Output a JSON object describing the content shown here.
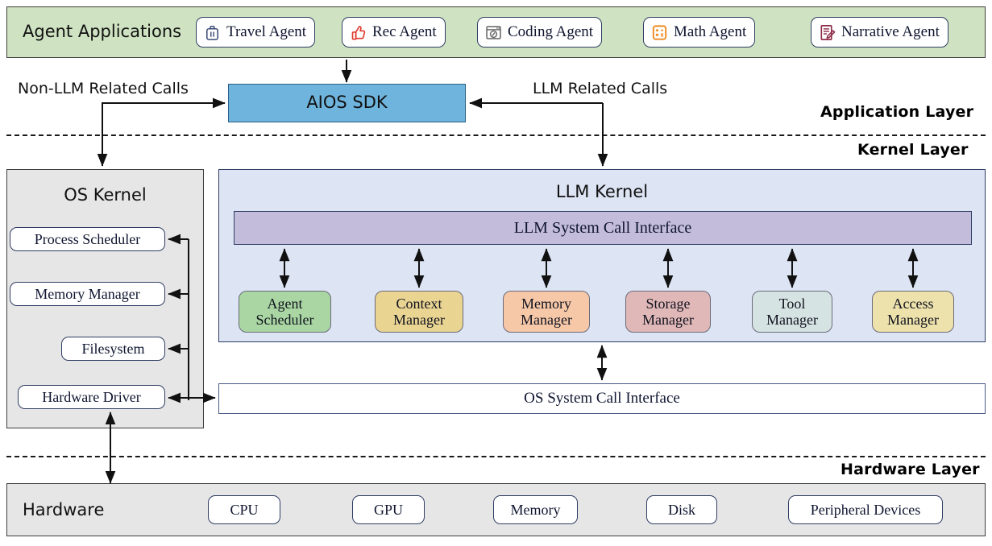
{
  "application": {
    "band_title": "Agent Applications",
    "layer_label": "Application Layer",
    "agents": [
      {
        "label": "Travel Agent",
        "icon": "suitcase-icon",
        "icon_color": "#3b4a77"
      },
      {
        "label": "Rec Agent",
        "icon": "thumbs-up-icon",
        "icon_color": "#e03a2f"
      },
      {
        "label": "Coding Agent",
        "icon": "code-window-icon",
        "icon_color": "#6e6e6e"
      },
      {
        "label": "Math Agent",
        "icon": "calculator-icon",
        "icon_color": "#ef8a21"
      },
      {
        "label": "Narrative Agent",
        "icon": "document-pencil-icon",
        "icon_color": "#8d2b46"
      }
    ],
    "sdk": {
      "label": "AIOS SDK",
      "color": "#6fb4dd"
    },
    "calls": {
      "non_llm": "Non-LLM Related Calls",
      "llm": "LLM Related Calls"
    }
  },
  "kernel": {
    "layer_label": "Kernel Layer",
    "os_kernel": {
      "title": "OS Kernel",
      "modules": [
        {
          "label": "Process Scheduler"
        },
        {
          "label": "Memory Manager"
        },
        {
          "label": "Filesystem"
        },
        {
          "label": "Hardware Driver"
        }
      ]
    },
    "llm_kernel": {
      "title": "LLM Kernel",
      "syscall_interface": "LLM System Call Interface",
      "syscall_color": "#c3bcdb",
      "managers": [
        {
          "label": "Agent\nScheduler",
          "line1": "Agent",
          "line2": "Scheduler",
          "color": "#a9d6a2"
        },
        {
          "label": "Context\nManager",
          "line1": "Context",
          "line2": "Manager",
          "color": "#e9d492"
        },
        {
          "label": "Memory\nManager",
          "line1": "Memory",
          "line2": "Manager",
          "color": "#f6c8a8"
        },
        {
          "label": "Storage\nManager",
          "line1": "Storage",
          "line2": "Manager",
          "color": "#e0b8b8"
        },
        {
          "label": "Tool\nManager",
          "line1": "Tool",
          "line2": "Manager",
          "color": "#d6e3e3"
        },
        {
          "label": "Access\nManager",
          "line1": "Access",
          "line2": "Manager",
          "color": "#eee2ac"
        }
      ]
    },
    "os_syscall_interface": "OS System Call Interface"
  },
  "hardware": {
    "layer_label": "Hardware Layer",
    "band_title": "Hardware",
    "components": [
      {
        "label": "CPU"
      },
      {
        "label": "GPU"
      },
      {
        "label": "Memory"
      },
      {
        "label": "Disk"
      },
      {
        "label": "Peripheral Devices"
      }
    ]
  }
}
